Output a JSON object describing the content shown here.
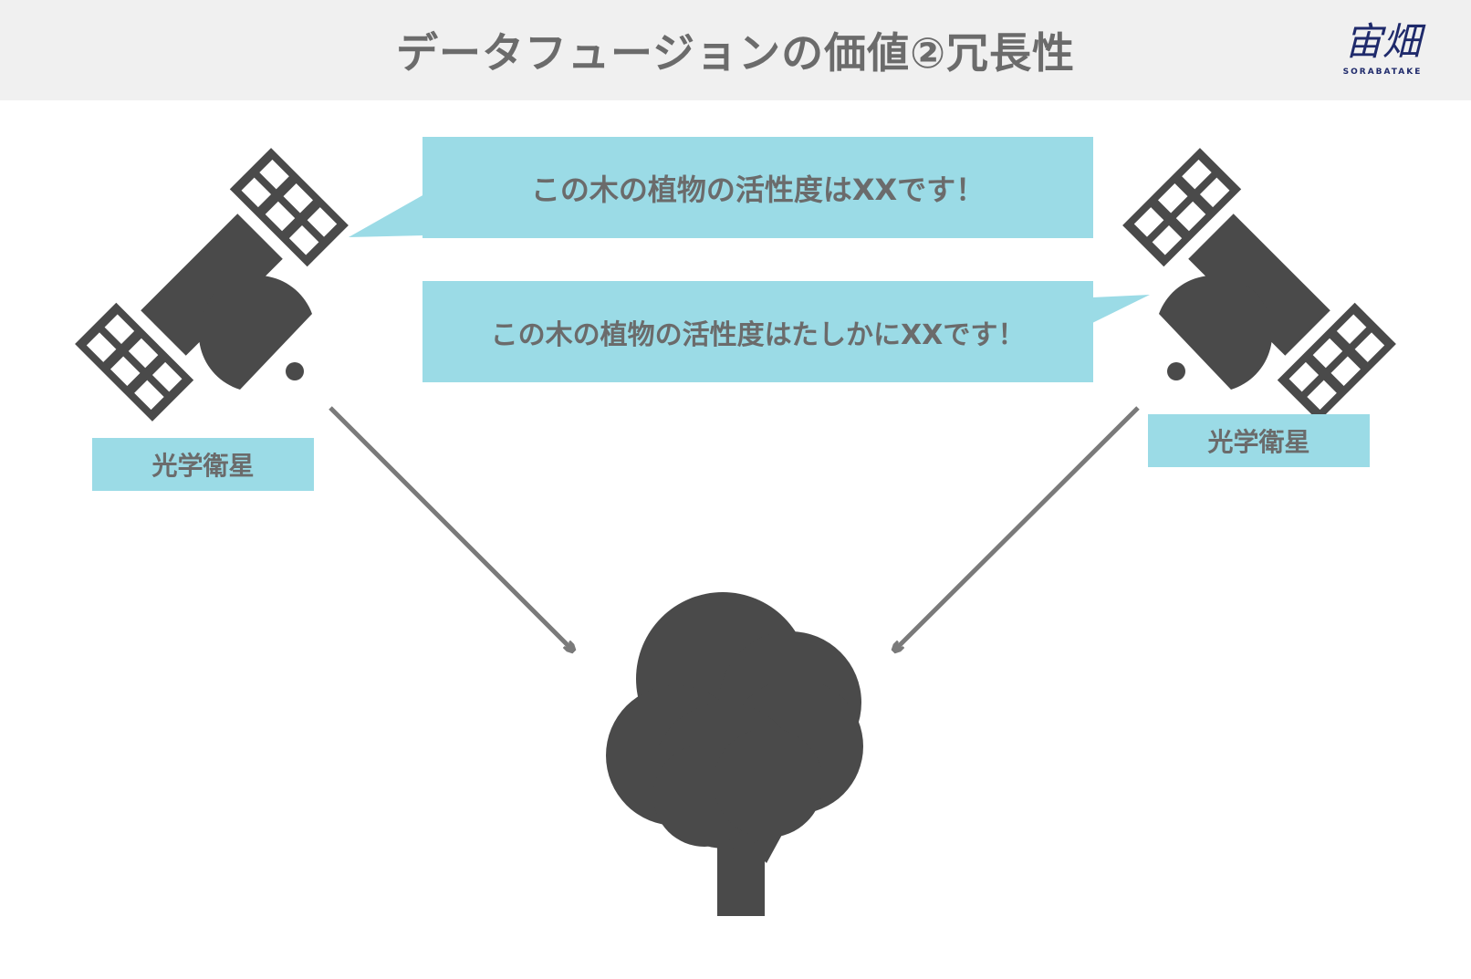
{
  "header": {
    "title": "データフュージョンの価値②冗長性",
    "logo_main": "宙畑",
    "logo_sub": "SORABATAKE"
  },
  "bubbles": [
    {
      "text": "この木の植物の活性度はXXです！"
    },
    {
      "text": "この木の植物の活性度はたしかにXXです！"
    }
  ],
  "satellites": [
    {
      "label": "光学衛星",
      "icon": "satellite-icon"
    },
    {
      "label": "光学衛星",
      "icon": "satellite-icon"
    }
  ],
  "target": {
    "icon": "tree-icon"
  },
  "colors": {
    "header_bg": "#f0f0f0",
    "text": "#6b6b6b",
    "bubble_bg": "#9bdbe6",
    "icon": "#4a4a4a",
    "arrow": "#7a7a7a",
    "logo": "#1f2a6b",
    "logo_accent": "#29b6d8"
  }
}
